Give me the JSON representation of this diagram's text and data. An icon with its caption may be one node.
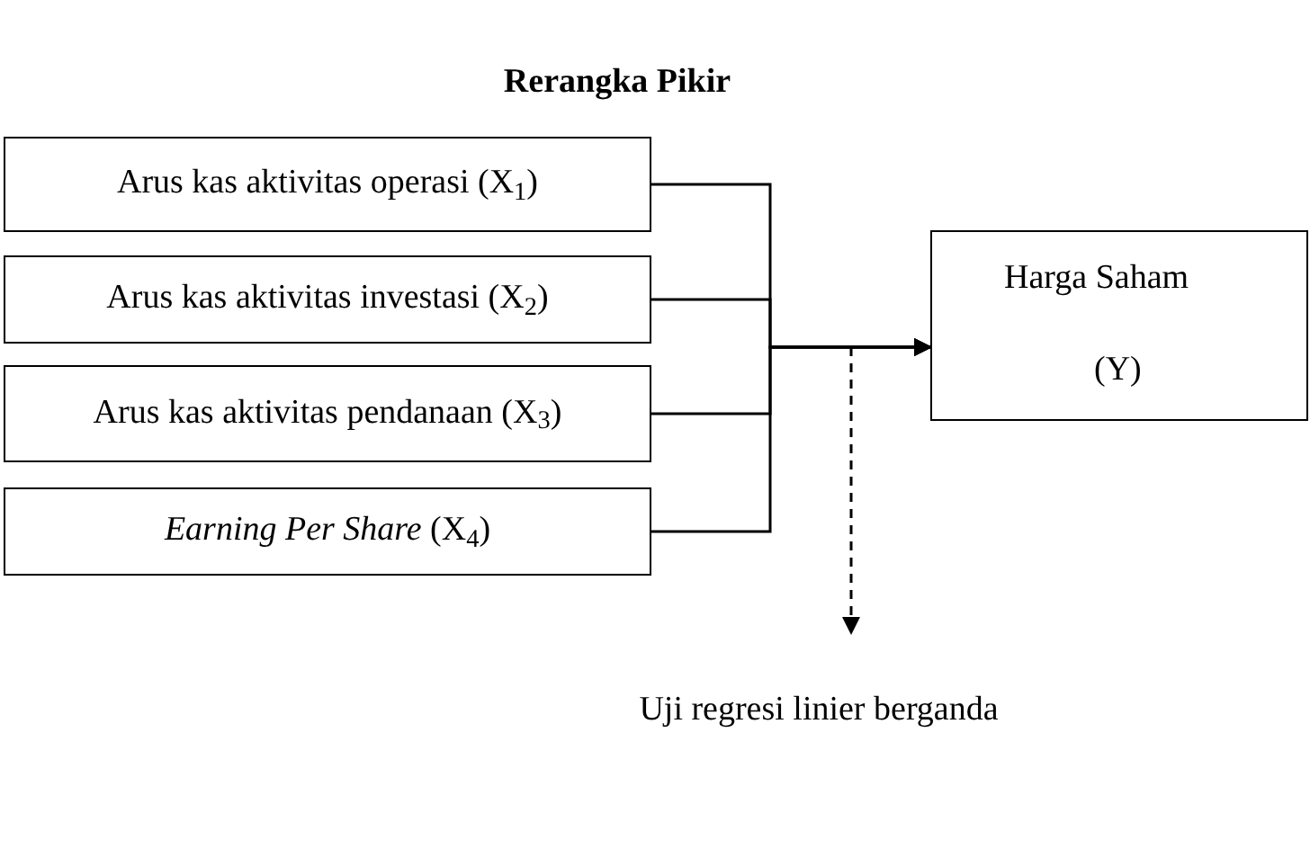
{
  "diagram": {
    "title": "Rerangka Pikir",
    "nodes": [
      {
        "text": [
          "Arus kas aktivitas operasi (X$_{1}$)"
        ]
      },
      {
        "text": [
          "Arus kas aktivitas investasi (X$_{2}$)"
        ]
      },
      {
        "text": [
          "Arus kas aktivitas pendanaan (X$_{3}$)"
        ]
      },
      {
        "text": [
          "*Earning Per Share* (X$_{4}$)"
        ]
      },
      {
        "text": [
          "Harga Saham",
          "(Y)"
        ]
      },
      {
        "text": [
          "Uji regresi linier berganda"
        ]
      }
    ],
    "edges": [
      {
        "from": 0,
        "to": 4,
        "arrow": "to"
      },
      {
        "from": 1,
        "to": 4,
        "arrow": "to"
      },
      {
        "from": 2,
        "to": 4,
        "arrow": "to"
      },
      {
        "from": 3,
        "to": 4,
        "arrow": "to"
      },
      {
        "from": null,
        "to": 5,
        "arrow": "to",
        "style": "dashed"
      }
    ]
  }
}
